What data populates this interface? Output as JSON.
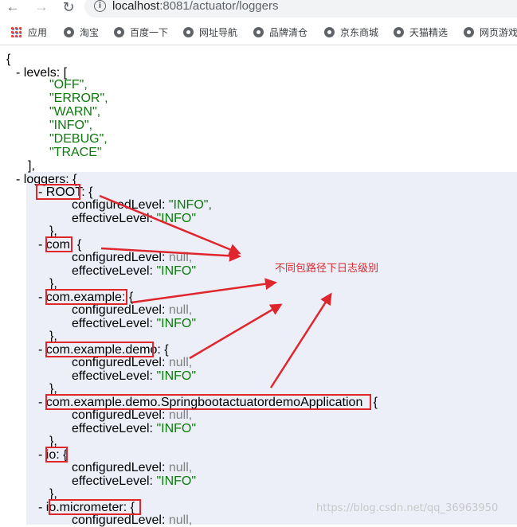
{
  "browser": {
    "back_glyph": "←",
    "forward_glyph": "→",
    "reload_glyph": "↻",
    "info_glyph": "i",
    "url_host": "localhost",
    "url_rest": ":8081/actuator/loggers",
    "icons": [
      "back-icon",
      "forward-icon",
      "reload-icon",
      "info-icon"
    ]
  },
  "bookmarks": [
    {
      "label": "应用",
      "icon": "apps-grid-icon"
    },
    {
      "label": "淘宝",
      "icon": "globe-icon"
    },
    {
      "label": "百度一下",
      "icon": "globe-icon"
    },
    {
      "label": "网址导航",
      "icon": "globe-icon"
    },
    {
      "label": "品牌清仓",
      "icon": "globe-icon"
    },
    {
      "label": "京东商城",
      "icon": "globe-icon"
    },
    {
      "label": "天猫精选",
      "icon": "globe-icon"
    },
    {
      "label": "网页游戏",
      "icon": "globe-icon"
    }
  ],
  "json": {
    "open_brace": "{",
    "levels_key": "levels",
    "levels": [
      "\"OFF\",",
      "\"ERROR\",",
      "\"WARN\",",
      "\"INFO\",",
      "\"DEBUG\",",
      "\"TRACE\""
    ],
    "levels_close": "],",
    "loggers_key": "loggers",
    "configured_key": "configuredLevel",
    "effective_key": "effectiveLevel",
    "loggers": [
      {
        "name": "ROOT",
        "configured": "\"INFO\",",
        "effective": "\"INFO\""
      },
      {
        "name": "com",
        "configured": "null,",
        "effective": "\"INFO\""
      },
      {
        "name": "com.example",
        "configured": "null,",
        "effective": "\"INFO\""
      },
      {
        "name": "com.example.demo",
        "configured": "null,",
        "effective": "\"INFO\""
      },
      {
        "name": "com.example.demo.SpringbootactuatordemoApplication",
        "configured": "null,",
        "effective": "\"INFO\""
      },
      {
        "name": "io",
        "configured": "null,",
        "effective": "\"INFO\""
      },
      {
        "name": "io.micrometer",
        "configured": "null,",
        "effective": ""
      }
    ]
  },
  "annotation": "不同包路径下日志级别",
  "watermark": "https://blog.csdn.net/qq_36963950",
  "colors": {
    "annotation_red": "#e0262d",
    "string_green": "#0b7a0b",
    "null_gray": "#808080",
    "highlight_bg": "#eceff8"
  }
}
